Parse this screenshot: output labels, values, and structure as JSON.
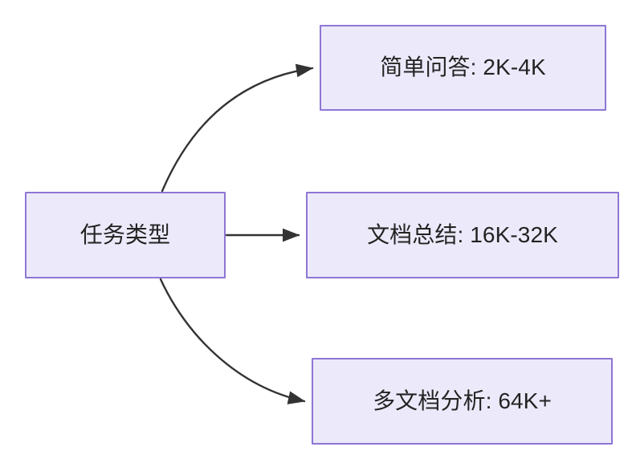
{
  "diagram": {
    "type": "flowchart",
    "direction": "left-to-right",
    "background_color": "#FFFFFF",
    "node_fill_color": "#ECEAFA",
    "node_border_color": "#8E76D4",
    "node_text_color": "#232323",
    "edge_color": "#333333",
    "root": {
      "id": "task-type",
      "label": "任务类型"
    },
    "branches": [
      {
        "id": "simple-qa",
        "label": "简单问答: 2K-4K",
        "category": "简单问答",
        "range": "2K-4K",
        "edge_style": "curved-up"
      },
      {
        "id": "doc-summary",
        "label": "文档总结: 16K-32K",
        "category": "文档总结",
        "range": "16K-32K",
        "edge_style": "straight"
      },
      {
        "id": "multi-doc",
        "label": "多文档分析: 64K+",
        "category": "多文档分析",
        "range": "64K+",
        "edge_style": "curved-down"
      }
    ]
  }
}
